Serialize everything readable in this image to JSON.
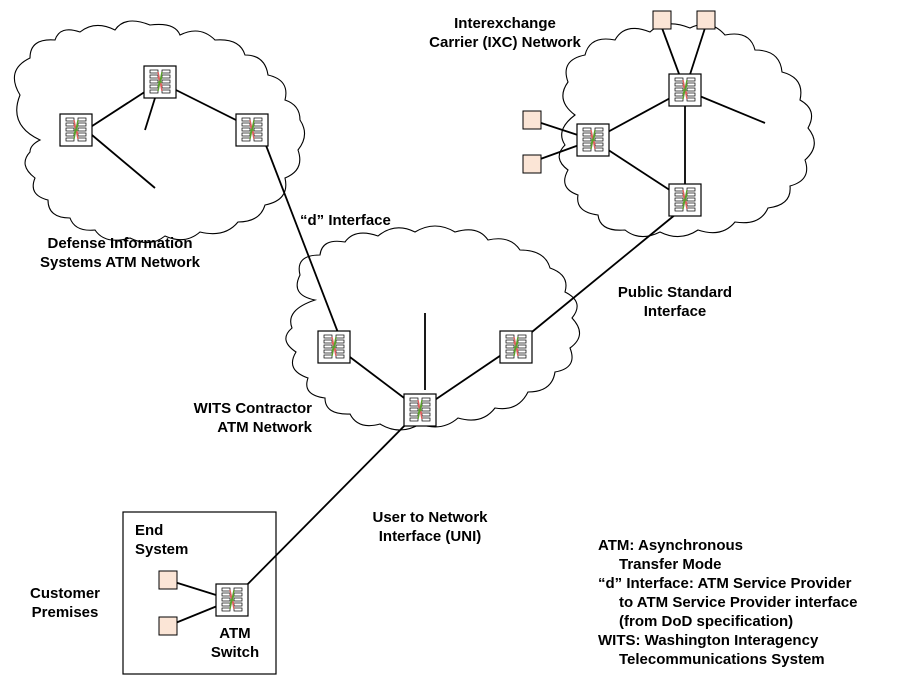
{
  "networks": {
    "defense": {
      "line1": "Defense Information",
      "line2": "Systems ATM Network"
    },
    "ixc": {
      "line1": "Interexchange",
      "line2": "Carrier (IXC) Network"
    },
    "wits": {
      "line1": "WITS Contractor",
      "line2": "ATM Network"
    },
    "customer": {
      "line1": "Customer",
      "line2": "Premises"
    }
  },
  "interfaces": {
    "d_interface": "“d” Interface",
    "public": {
      "line1": "Public Standard",
      "line2": "Interface"
    },
    "uni": {
      "line1": "User to Network",
      "line2": "Interface (UNI)"
    }
  },
  "premises": {
    "end_system": {
      "line1": "End",
      "line2": "System"
    },
    "atm_switch": {
      "line1": "ATM",
      "line2": "Switch"
    }
  },
  "legend": {
    "atm_term": "ATM: Asynchronous",
    "atm_cont": "Transfer Mode",
    "d_term": "“d” Interface: ATM Service Provider",
    "d_cont1": "to ATM Service Provider interface",
    "d_cont2": "(from DoD specification)",
    "wits_term": "WITS: Washington Interagency",
    "wits_cont": "Telecommunications System"
  },
  "colors": {
    "end_system_fill": "#fbe5d6",
    "switch_green": "#5aa02c",
    "switch_red": "#e06060",
    "outline": "#000000"
  },
  "icons": {
    "switch": "atm-switch-icon",
    "end_system": "end-system-icon",
    "cloud": "cloud-icon"
  }
}
